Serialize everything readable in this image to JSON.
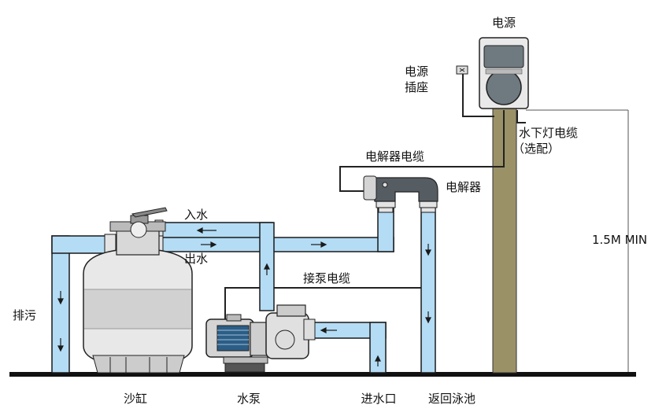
{
  "labels": {
    "power_box": "电源",
    "power_socket_line1": "电源",
    "power_socket_line2": "插座",
    "underwater_light_cable": "水下灯电缆",
    "optional": "（选配）",
    "electrolyzer_cable": "电解器电缆",
    "electrolyzer": "电解器",
    "water_in": "入水",
    "water_out": "出水",
    "pump_cable": "接泵电缆",
    "drain": "排污",
    "min_height": "1.5M MIN",
    "sand_tank": "沙缸",
    "water_pump": "水泵",
    "inlet": "进水口",
    "return_pool": "返回泳池"
  },
  "colors": {
    "pipe_fill": "#b4dcf5",
    "pipe_stroke": "#1a1a1a",
    "post": "#9b9167",
    "ground": "#111111",
    "flow_arrow": "#1a1a1a"
  }
}
